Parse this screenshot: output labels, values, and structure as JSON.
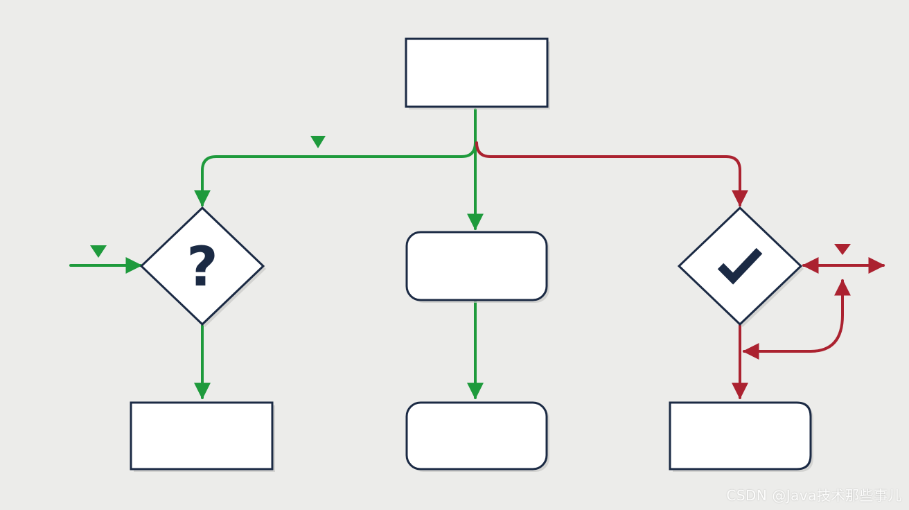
{
  "diagram": {
    "colors": {
      "background": "#ececea",
      "box_fill": "#ffffff",
      "box_stroke": "#1b2a44",
      "shadow": "#c9c9c6",
      "green_flow": "#1e9a3c",
      "red_flow": "#ab2230",
      "icon": "#1b2a44"
    },
    "nodes": [
      {
        "id": "start-box",
        "shape": "rect"
      },
      {
        "id": "decision-question",
        "shape": "diamond",
        "icon": "question-mark-icon",
        "glyph": "?"
      },
      {
        "id": "process-middle",
        "shape": "rounded-rect"
      },
      {
        "id": "decision-check",
        "shape": "diamond",
        "icon": "checkmark-icon"
      },
      {
        "id": "end-left",
        "shape": "rect"
      },
      {
        "id": "end-middle",
        "shape": "rounded-rect"
      },
      {
        "id": "end-right",
        "shape": "rect-rounded-right"
      }
    ],
    "edges": [
      {
        "from": "start-box",
        "to": "decision-question",
        "color": "green"
      },
      {
        "from": "start-box",
        "to": "process-middle",
        "color": "green"
      },
      {
        "from": "start-box",
        "to": "decision-check",
        "color": "red"
      },
      {
        "from": "external-input",
        "to": "decision-question",
        "color": "green"
      },
      {
        "from": "decision-question",
        "to": "end-left",
        "color": "green"
      },
      {
        "from": "process-middle",
        "to": "end-middle",
        "color": "green"
      },
      {
        "from": "decision-check",
        "to": "end-right",
        "color": "red"
      },
      {
        "from": "decision-check",
        "to": "external-output",
        "color": "red",
        "bidirectional": true
      },
      {
        "from": "decision-check",
        "to": "loop-back",
        "color": "red",
        "bidirectional": true
      }
    ]
  },
  "watermark": "CSDN @Java技术那些事儿"
}
